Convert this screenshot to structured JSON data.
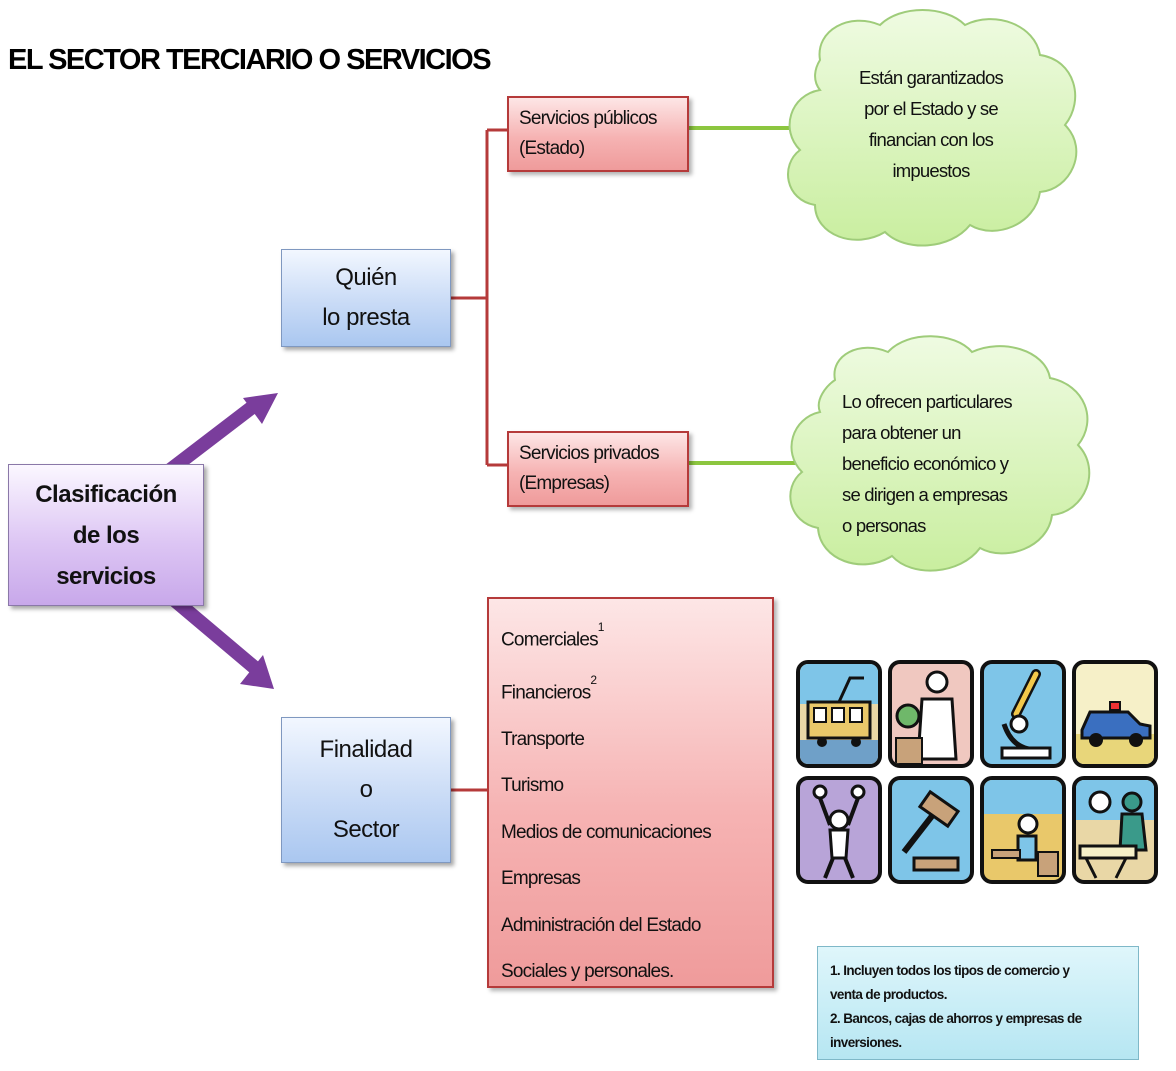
{
  "title": "EL SECTOR TERCIARIO O SERVICIOS",
  "root": {
    "line1": "Clasificación",
    "line2": "de los",
    "line3": "servicios"
  },
  "branch_quien": {
    "line1": "Quién",
    "line2": "lo presta"
  },
  "branch_finalidad": {
    "line1": "Finalidad",
    "line2": "o",
    "line3": "Sector"
  },
  "servicios_publicos": {
    "line1": "Servicios públicos",
    "line2": "(Estado)",
    "description": [
      "Están garantizados",
      "por el Estado y se",
      "financian con los",
      "impuestos"
    ]
  },
  "servicios_privados": {
    "line1": "Servicios privados",
    "line2": "(Empresas)",
    "description": [
      "Lo ofrecen particulares",
      "para obtener un",
      "beneficio económico y",
      "se dirigen a empresas",
      "o personas"
    ]
  },
  "sectors": [
    {
      "label": "Comerciales",
      "sup": "1"
    },
    {
      "label": "Financieros",
      "sup": "2"
    },
    {
      "label": "Transporte",
      "sup": ""
    },
    {
      "label": "Turismo",
      "sup": ""
    },
    {
      "label": "Medios de comunicaciones",
      "sup": ""
    },
    {
      "label": "Empresas",
      "sup": ""
    },
    {
      "label": "Administración del Estado",
      "sup": ""
    },
    {
      "label": "Sociales y personales.",
      "sup": ""
    }
  ],
  "footnotes": [
    "1. Incluyen todos los tipos de comercio y",
    "venta de productos.",
    "2. Bancos, cajas de ahorros y empresas de",
    "inversiones."
  ],
  "illustration_tiles": [
    "tram-icon",
    "scientist-icon",
    "microscope-icon",
    "police-car-icon",
    "gymnast-icon",
    "gavel-icon",
    "teacher-icon",
    "doctor-icon"
  ],
  "colors": {
    "connector_red": "#b53a3a",
    "connector_green": "#8cc63f",
    "arrow_purple": "#7a3d9c",
    "cloud_fill": "#d6f3b6",
    "cloud_stroke": "#9fcc7a"
  }
}
